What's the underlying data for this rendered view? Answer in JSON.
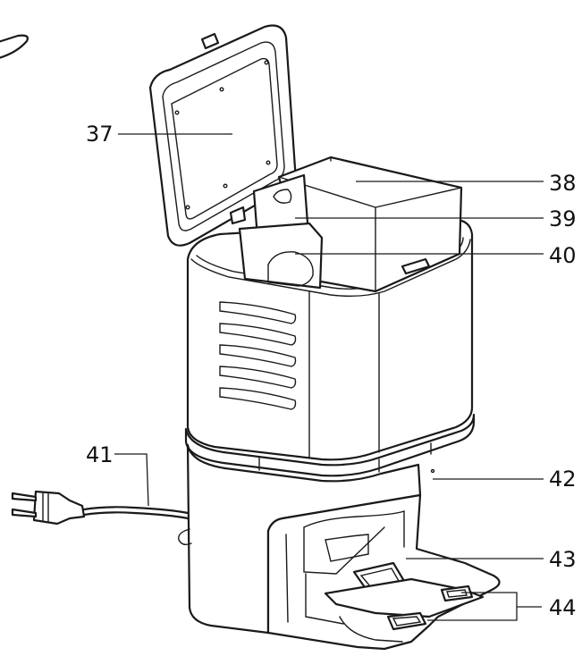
{
  "callouts": [
    {
      "id": "lid",
      "label": "37"
    },
    {
      "id": "container",
      "label": "38"
    },
    {
      "id": "bag-tab",
      "label": "39"
    },
    {
      "id": "dust-bag",
      "label": "40"
    },
    {
      "id": "power-cord",
      "label": "41"
    },
    {
      "id": "base-housing",
      "label": "42"
    },
    {
      "id": "suction-port",
      "label": "43"
    },
    {
      "id": "charging-contacts",
      "label": "44"
    }
  ],
  "colors": {
    "line": "#1a1a1a",
    "background": "#ffffff"
  }
}
